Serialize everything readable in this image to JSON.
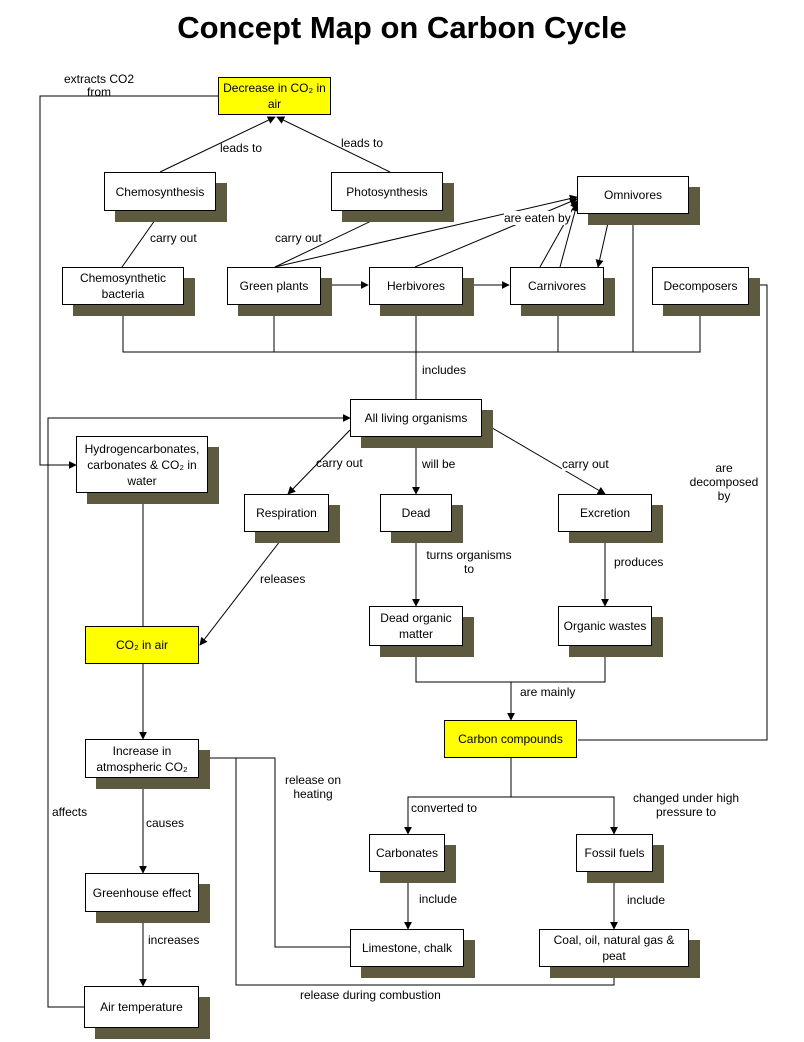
{
  "title": "Concept Map on Carbon Cycle",
  "nodes": {
    "decrease_co2": "Decrease in CO₂ in air",
    "chemosynthesis": "Chemosynthesis",
    "photosynthesis": "Photosynthesis",
    "omnivores": "Omnivores",
    "chemosynthetic_bacteria": "Chemosynthetic bacteria",
    "green_plants": "Green plants",
    "herbivores": "Herbivores",
    "carnivores": "Carnivores",
    "decomposers": "Decomposers",
    "all_living": "All living organisms",
    "hydrogencarbonates": "Hydrogencarbonates, carbonates & CO₂ in water",
    "respiration": "Respiration",
    "dead": "Dead",
    "excretion": "Excretion",
    "co2_air": "CO₂ in air",
    "dead_matter": "Dead organic matter",
    "organic_wastes": "Organic wastes",
    "carbon_compounds": "Carbon compounds",
    "increase_co2": "Increase in atmospheric CO₂",
    "carbonates": "Carbonates",
    "fossil_fuels": "Fossil fuels",
    "greenhouse": "Greenhouse effect",
    "limestone": "Limestone, chalk",
    "coal": "Coal, oil, natural gas & peat",
    "air_temp": "Air temperature"
  },
  "labels": {
    "extracts": "extracts CO2 from",
    "leads_to_1": "leads to",
    "leads_to_2": "leads to",
    "carry_out_1": "carry out",
    "carry_out_2": "carry out",
    "eaten_by": "are eaten by",
    "includes": "includes",
    "carry_out_3": "carry out",
    "will_be": "will be",
    "carry_out_4": "carry out",
    "decomposed_by": "are decomposed by",
    "releases": "releases",
    "turns_to": "turns organisms to",
    "produces": "produces",
    "are_mainly": "are mainly",
    "release_heating": "release on heating",
    "converted_to": "converted to",
    "changed_under": "changed under high pressure to",
    "affects": "affects",
    "causes": "causes",
    "include_1": "include",
    "include_2": "include",
    "increases": "increases",
    "release_combustion": "release during combustion"
  },
  "colors": {
    "highlight": "#ffff00",
    "shadow": "#5e5a40",
    "line": "#000000"
  }
}
